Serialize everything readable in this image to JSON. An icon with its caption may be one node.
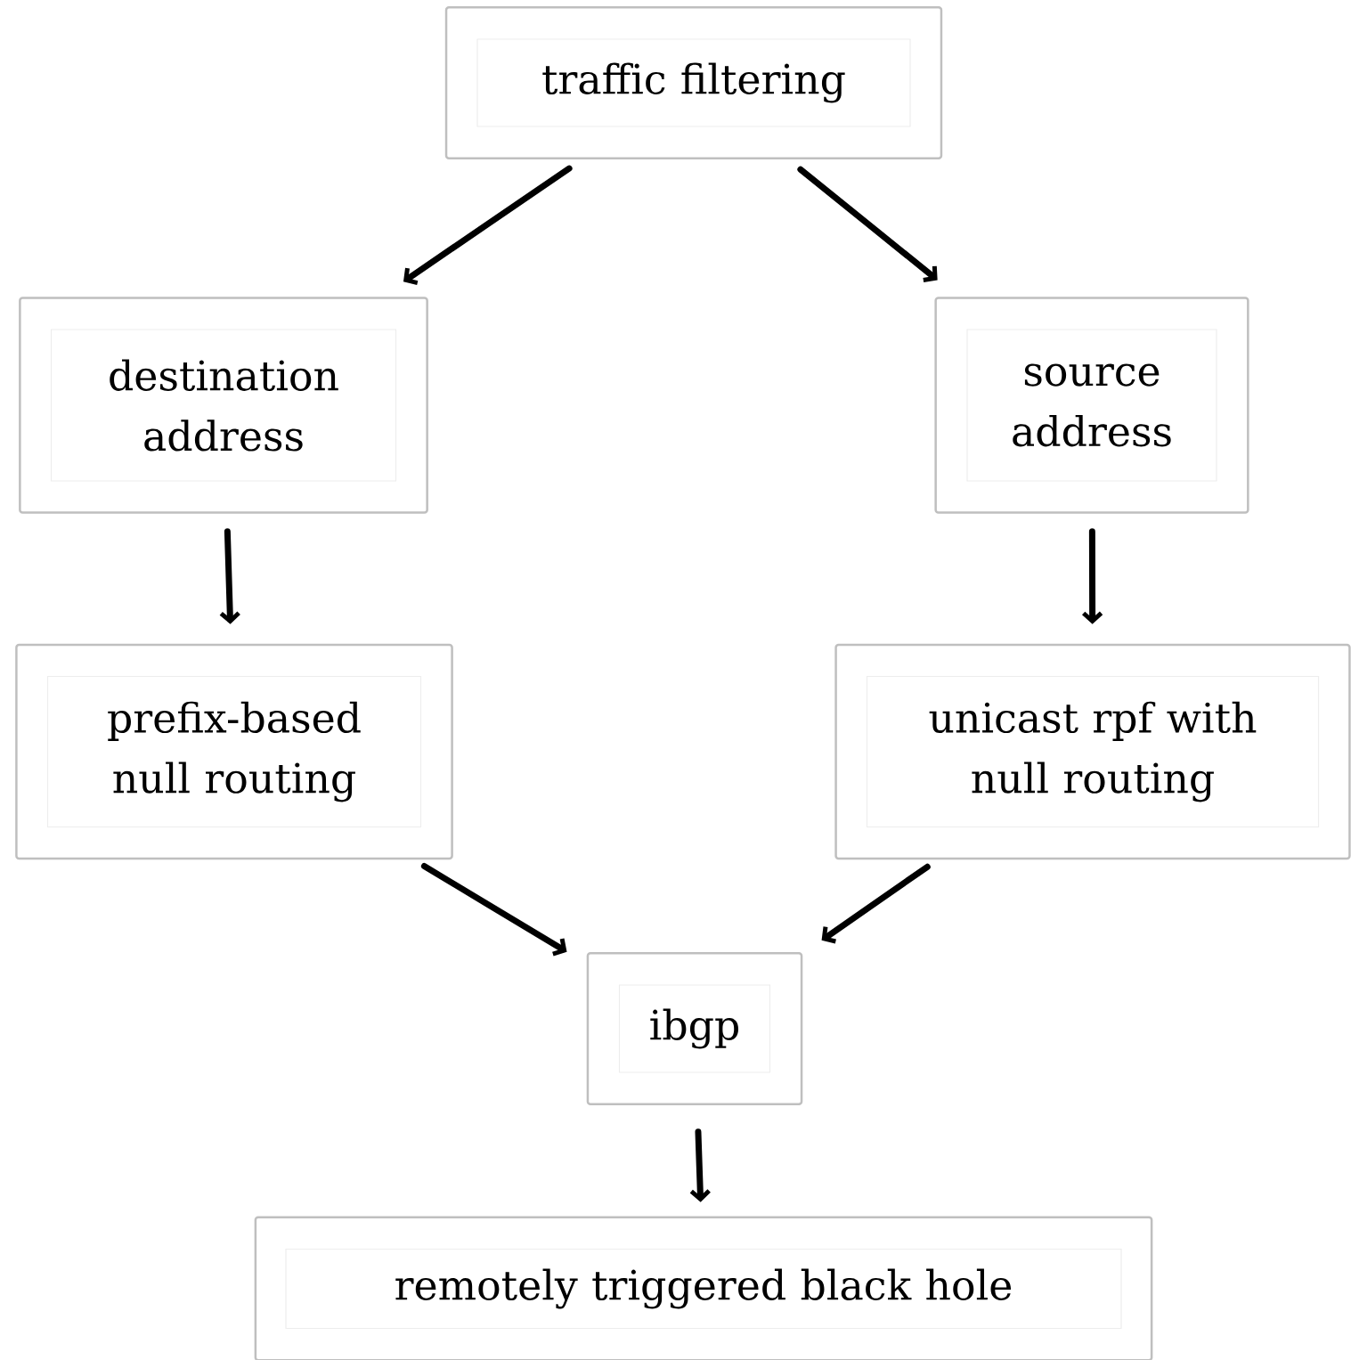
{
  "diagram": {
    "nodes": [
      {
        "text": [
          "traffic filtering"
        ]
      },
      {
        "text": [
          "destination address"
        ]
      },
      {
        "text": [
          "source address"
        ]
      },
      {
        "text": [
          "prefix-based null routing"
        ]
      },
      {
        "text": [
          "unicast rpf with null routing"
        ]
      },
      {
        "text": [
          "ibgp"
        ]
      },
      {
        "text": [
          "remotely triggered black hole"
        ]
      }
    ],
    "edges": [
      {
        "from": 0,
        "to": 1,
        "arrow": "to"
      },
      {
        "from": 0,
        "to": 2,
        "arrow": "to"
      },
      {
        "from": 1,
        "to": 3,
        "arrow": "to"
      },
      {
        "from": 2,
        "to": 4,
        "arrow": "to"
      },
      {
        "from": 3,
        "to": 5,
        "arrow": "to"
      },
      {
        "from": 4,
        "to": 5,
        "arrow": "to"
      },
      {
        "from": 5,
        "to": 6,
        "arrow": "to"
      }
    ]
  }
}
